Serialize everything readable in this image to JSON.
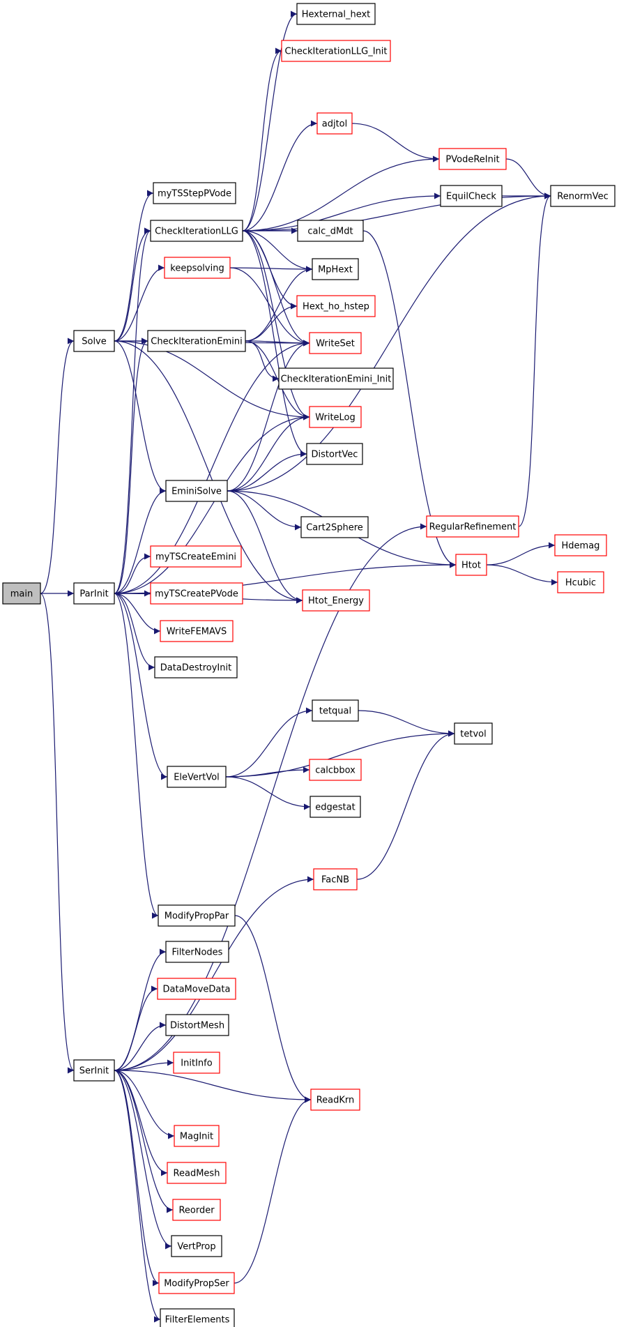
{
  "colors": {
    "edge": "#191970",
    "root_fill": "#bfbfbf",
    "normal_stroke": "#000000",
    "red_stroke": "#ff0000"
  },
  "nodes": [
    {
      "id": "main",
      "label": "main",
      "style": "root"
    },
    {
      "id": "Solve",
      "label": "Solve",
      "style": "normal"
    },
    {
      "id": "ParInit",
      "label": "ParInit",
      "style": "normal"
    },
    {
      "id": "SerInit",
      "label": "SerInit",
      "style": "normal"
    },
    {
      "id": "Hexternal_hext",
      "label": "Hexternal_hext",
      "style": "normal"
    },
    {
      "id": "CheckIterationLLG_Init",
      "label": "CheckIterationLLG_Init",
      "style": "red"
    },
    {
      "id": "adjtol",
      "label": "adjtol",
      "style": "red"
    },
    {
      "id": "PVodeReInit",
      "label": "PVodeReInit",
      "style": "red"
    },
    {
      "id": "RenormVec",
      "label": "RenormVec",
      "style": "normal"
    },
    {
      "id": "myTSStepPVode",
      "label": "myTSStepPVode",
      "style": "normal"
    },
    {
      "id": "EquilCheck",
      "label": "EquilCheck",
      "style": "normal"
    },
    {
      "id": "CheckIterationLLG",
      "label": "CheckIterationLLG",
      "style": "normal"
    },
    {
      "id": "calc_dMdt",
      "label": "calc_dMdt",
      "style": "normal"
    },
    {
      "id": "keepsolving",
      "label": "keepsolving",
      "style": "red"
    },
    {
      "id": "MpHext",
      "label": "MpHext",
      "style": "normal"
    },
    {
      "id": "Hext_ho_hstep",
      "label": "Hext_ho_hstep",
      "style": "red"
    },
    {
      "id": "CheckIterationEmini",
      "label": "CheckIterationEmini",
      "style": "normal"
    },
    {
      "id": "WriteSet",
      "label": "WriteSet",
      "style": "red"
    },
    {
      "id": "CheckIterationEmini_Init",
      "label": "CheckIterationEmini_Init",
      "style": "normal"
    },
    {
      "id": "WriteLog",
      "label": "WriteLog",
      "style": "red"
    },
    {
      "id": "DistortVec",
      "label": "DistortVec",
      "style": "normal"
    },
    {
      "id": "EminiSolve",
      "label": "EminiSolve",
      "style": "normal"
    },
    {
      "id": "Cart2Sphere",
      "label": "Cart2Sphere",
      "style": "normal"
    },
    {
      "id": "RegularRefinement",
      "label": "RegularRefinement",
      "style": "red"
    },
    {
      "id": "Hdemag",
      "label": "Hdemag",
      "style": "red"
    },
    {
      "id": "myTSCreateEmini",
      "label": "myTSCreateEmini",
      "style": "red"
    },
    {
      "id": "Htot",
      "label": "Htot",
      "style": "red"
    },
    {
      "id": "Hcubic",
      "label": "Hcubic",
      "style": "red"
    },
    {
      "id": "myTSCreatePVode",
      "label": "myTSCreatePVode",
      "style": "red"
    },
    {
      "id": "Htot_Energy",
      "label": "Htot_Energy",
      "style": "red"
    },
    {
      "id": "WriteFEMAVS",
      "label": "WriteFEMAVS",
      "style": "red"
    },
    {
      "id": "DataDestroyInit",
      "label": "DataDestroyInit",
      "style": "normal"
    },
    {
      "id": "tetqual",
      "label": "tetqual",
      "style": "normal"
    },
    {
      "id": "tetvol",
      "label": "tetvol",
      "style": "normal"
    },
    {
      "id": "calcbbox",
      "label": "calcbbox",
      "style": "red"
    },
    {
      "id": "EleVertVol",
      "label": "EleVertVol",
      "style": "normal"
    },
    {
      "id": "edgestat",
      "label": "edgestat",
      "style": "normal"
    },
    {
      "id": "FacNB",
      "label": "FacNB",
      "style": "red"
    },
    {
      "id": "ModifyPropPar",
      "label": "ModifyPropPar",
      "style": "normal"
    },
    {
      "id": "FilterNodes",
      "label": "FilterNodes",
      "style": "normal"
    },
    {
      "id": "DataMoveData",
      "label": "DataMoveData",
      "style": "red"
    },
    {
      "id": "DistortMesh",
      "label": "DistortMesh",
      "style": "normal"
    },
    {
      "id": "InitInfo",
      "label": "InitInfo",
      "style": "red"
    },
    {
      "id": "ReadKrn",
      "label": "ReadKrn",
      "style": "red"
    },
    {
      "id": "MagInit",
      "label": "MagInit",
      "style": "red"
    },
    {
      "id": "ReadMesh",
      "label": "ReadMesh",
      "style": "red"
    },
    {
      "id": "Reorder",
      "label": "Reorder",
      "style": "red"
    },
    {
      "id": "VertProp",
      "label": "VertProp",
      "style": "normal"
    },
    {
      "id": "ModifyPropSer",
      "label": "ModifyPropSer",
      "style": "red"
    },
    {
      "id": "FilterElements",
      "label": "FilterElements",
      "style": "normal"
    }
  ],
  "edges": [
    [
      "main",
      "Solve"
    ],
    [
      "main",
      "ParInit"
    ],
    [
      "main",
      "SerInit"
    ],
    [
      "Solve",
      "myTSStepPVode"
    ],
    [
      "Solve",
      "CheckIterationLLG"
    ],
    [
      "Solve",
      "keepsolving"
    ],
    [
      "Solve",
      "CheckIterationEmini"
    ],
    [
      "Solve",
      "WriteSet"
    ],
    [
      "Solve",
      "WriteLog"
    ],
    [
      "Solve",
      "EminiSolve"
    ],
    [
      "Solve",
      "Htot_Energy"
    ],
    [
      "CheckIterationLLG",
      "Hexternal_hext"
    ],
    [
      "CheckIterationLLG",
      "CheckIterationLLG_Init"
    ],
    [
      "CheckIterationLLG",
      "RenormVec"
    ],
    [
      "CheckIterationLLG",
      "adjtol"
    ],
    [
      "CheckIterationLLG",
      "PVodeReInit"
    ],
    [
      "CheckIterationLLG",
      "EquilCheck"
    ],
    [
      "CheckIterationLLG",
      "calc_dMdt"
    ],
    [
      "CheckIterationLLG",
      "MpHext"
    ],
    [
      "CheckIterationLLG",
      "Hext_ho_hstep"
    ],
    [
      "CheckIterationLLG",
      "WriteSet"
    ],
    [
      "CheckIterationLLG",
      "WriteLog"
    ],
    [
      "CheckIterationLLG",
      "DistortVec"
    ],
    [
      "adjtol",
      "PVodeReInit"
    ],
    [
      "PVodeReInit",
      "RenormVec"
    ],
    [
      "EquilCheck",
      "RenormVec"
    ],
    [
      "calc_dMdt",
      "Htot"
    ],
    [
      "keepsolving",
      "MpHext"
    ],
    [
      "keepsolving",
      "WriteSet"
    ],
    [
      "CheckIterationEmini",
      "MpHext"
    ],
    [
      "CheckIterationEmini",
      "Hext_ho_hstep"
    ],
    [
      "CheckIterationEmini",
      "WriteSet"
    ],
    [
      "CheckIterationEmini",
      "CheckIterationEmini_Init"
    ],
    [
      "CheckIterationEmini",
      "WriteLog"
    ],
    [
      "EminiSolve",
      "WriteSet"
    ],
    [
      "EminiSolve",
      "WriteLog"
    ],
    [
      "EminiSolve",
      "DistortVec"
    ],
    [
      "EminiSolve",
      "RenormVec"
    ],
    [
      "EminiSolve",
      "Cart2Sphere"
    ],
    [
      "EminiSolve",
      "Htot"
    ],
    [
      "EminiSolve",
      "Htot_Energy"
    ],
    [
      "RegularRefinement",
      "RenormVec"
    ],
    [
      "Htot",
      "Hdemag"
    ],
    [
      "Htot",
      "Hcubic"
    ],
    [
      "ParInit",
      "CheckIterationLLG"
    ],
    [
      "ParInit",
      "CheckIterationEmini"
    ],
    [
      "ParInit",
      "WriteSet"
    ],
    [
      "ParInit",
      "WriteLog"
    ],
    [
      "ParInit",
      "EminiSolve"
    ],
    [
      "ParInit",
      "myTSCreateEmini"
    ],
    [
      "ParInit",
      "myTSCreatePVode"
    ],
    [
      "ParInit",
      "WriteFEMAVS"
    ],
    [
      "ParInit",
      "DataDestroyInit"
    ],
    [
      "ParInit",
      "Htot_Energy"
    ],
    [
      "ParInit",
      "EleVertVol"
    ],
    [
      "ParInit",
      "Htot"
    ],
    [
      "ParInit",
      "ModifyPropPar"
    ],
    [
      "EleVertVol",
      "tetqual"
    ],
    [
      "EleVertVol",
      "tetvol"
    ],
    [
      "EleVertVol",
      "calcbbox"
    ],
    [
      "EleVertVol",
      "edgestat"
    ],
    [
      "tetqual",
      "tetvol"
    ],
    [
      "FacNB",
      "tetvol"
    ],
    [
      "SerInit",
      "RegularRefinement"
    ],
    [
      "SerInit",
      "FacNB"
    ],
    [
      "SerInit",
      "FilterNodes"
    ],
    [
      "SerInit",
      "DataMoveData"
    ],
    [
      "SerInit",
      "DistortMesh"
    ],
    [
      "SerInit",
      "InitInfo"
    ],
    [
      "SerInit",
      "ReadKrn"
    ],
    [
      "SerInit",
      "MagInit"
    ],
    [
      "SerInit",
      "ReadMesh"
    ],
    [
      "SerInit",
      "Reorder"
    ],
    [
      "SerInit",
      "VertProp"
    ],
    [
      "SerInit",
      "ModifyPropSer"
    ],
    [
      "SerInit",
      "FilterElements"
    ],
    [
      "ModifyPropPar",
      "ReadKrn"
    ],
    [
      "ModifyPropSer",
      "ReadKrn"
    ]
  ]
}
